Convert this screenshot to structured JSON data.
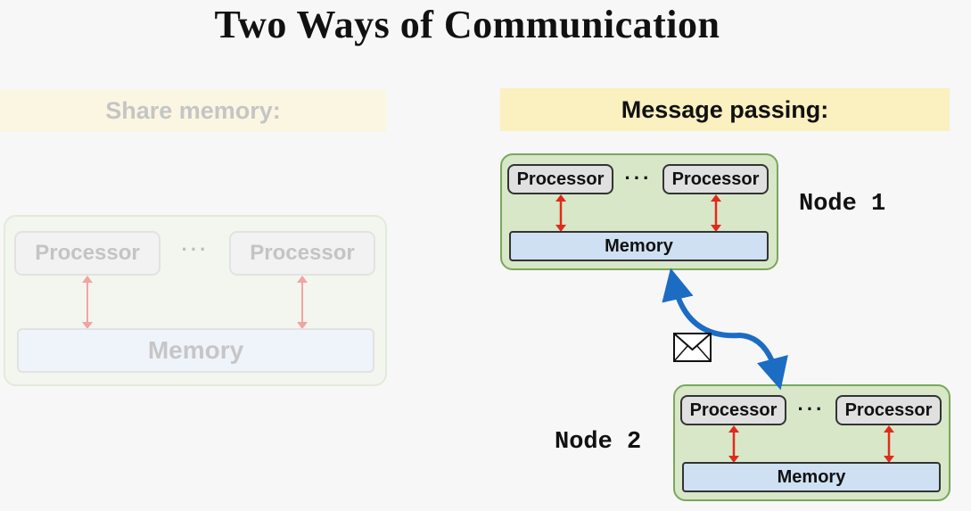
{
  "title": "Two Ways of Communication",
  "shared": {
    "heading": "Share memory:",
    "processor_left": "Processor",
    "processor_right": "Processor",
    "ellipsis": "···",
    "memory": "Memory"
  },
  "message": {
    "heading": "Message passing:",
    "nodes": [
      {
        "label": "Node 1",
        "processor_left": "Processor",
        "processor_right": "Processor",
        "ellipsis": "···",
        "memory": "Memory"
      },
      {
        "label": "Node 2",
        "processor_left": "Processor",
        "processor_right": "Processor",
        "ellipsis": "···",
        "memory": "Memory"
      }
    ],
    "envelope_icon": "envelope-icon"
  },
  "colors": {
    "faded_arrow": "#f2a3a3",
    "red_arrow": "#e02b1c",
    "blue_arrow": "#1c6cc4",
    "banner_yellow": "#fbf0bf",
    "node_green": "#d7e7c8",
    "memory_blue": "#cfe0f3"
  }
}
